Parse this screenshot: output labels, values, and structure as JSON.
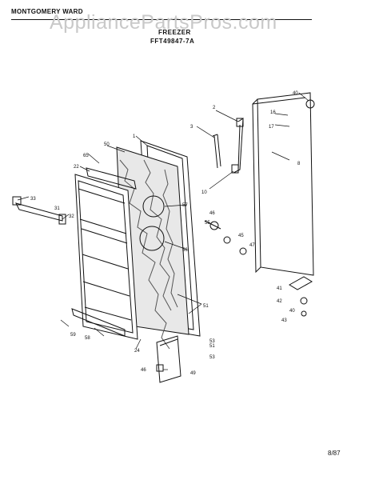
{
  "header": {
    "brand": "MONTGOMERY WARD",
    "watermark": "AppliancePartsPros.com",
    "product": "FREEZER",
    "model": "FFT49847-7A"
  },
  "page_number": "8/87",
  "callouts": [
    "1",
    "2",
    "3",
    "8",
    "10",
    "16",
    "17",
    "22",
    "24",
    "31",
    "32",
    "33",
    "40",
    "40",
    "41",
    "42",
    "43",
    "45",
    "46",
    "46",
    "47",
    "49",
    "50",
    "51",
    "51",
    "53",
    "53",
    "55",
    "56",
    "57",
    "58",
    "59",
    "65"
  ]
}
